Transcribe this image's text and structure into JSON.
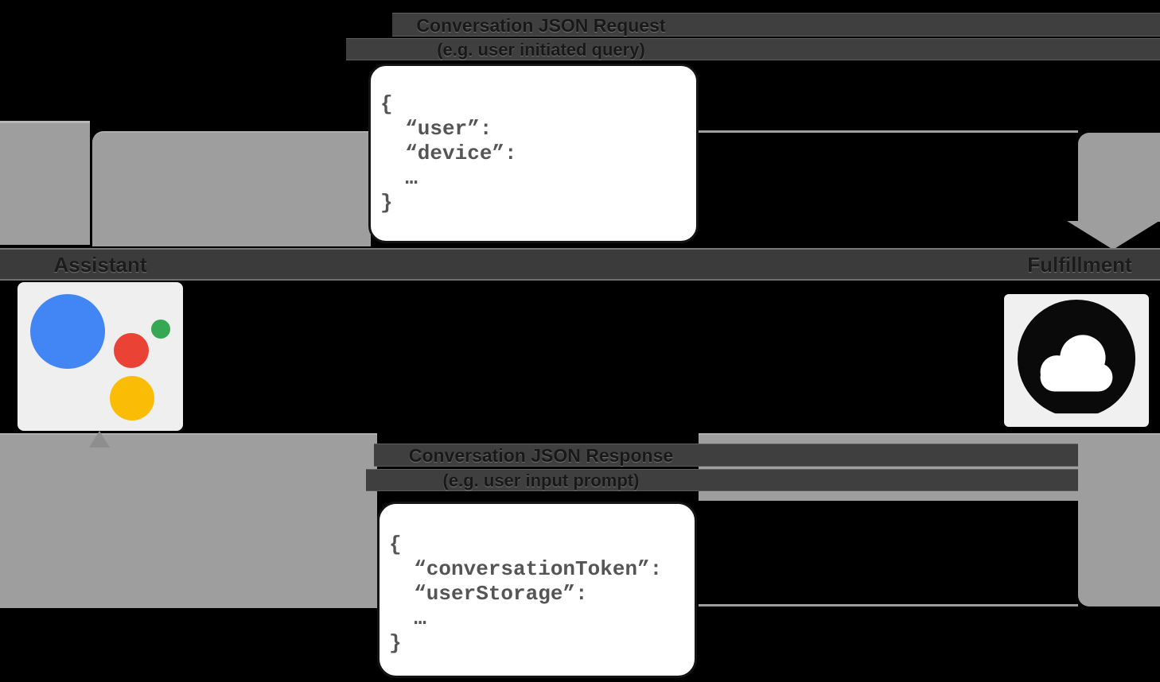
{
  "request_flow": {
    "label_line1": "Conversation JSON Request",
    "label_line2": "(e.g. user initiated query)",
    "code_text": "{\n  “user”:\n  “device”:\n  …\n}"
  },
  "response_flow": {
    "label_line1": "Conversation JSON Response",
    "label_line2": "(e.g. user input prompt)",
    "code_text": "{\n  “conversationToken”:\n  “userStorage”:\n  …\n}"
  },
  "nodes": {
    "assistant": {
      "label": "Assistant"
    },
    "fulfillment": {
      "label": "Fulfillment"
    }
  },
  "colors": {
    "background": "#000000",
    "arrow_gray": "#9E9E9E",
    "label_bar_dark": "#3F3F3F",
    "band_dark": "#3B3B3B",
    "code_text": "#555555",
    "tile_light": "#EFEFEF",
    "assistant_blue": "#4285F4",
    "assistant_red": "#EA4335",
    "assistant_green": "#34A853",
    "assistant_yellow": "#FBBC05",
    "cloud_black": "#0A0A0A"
  },
  "icons": {
    "assistant_logo": "google-assistant-logo",
    "fulfillment_icon": "cloud-icon"
  }
}
